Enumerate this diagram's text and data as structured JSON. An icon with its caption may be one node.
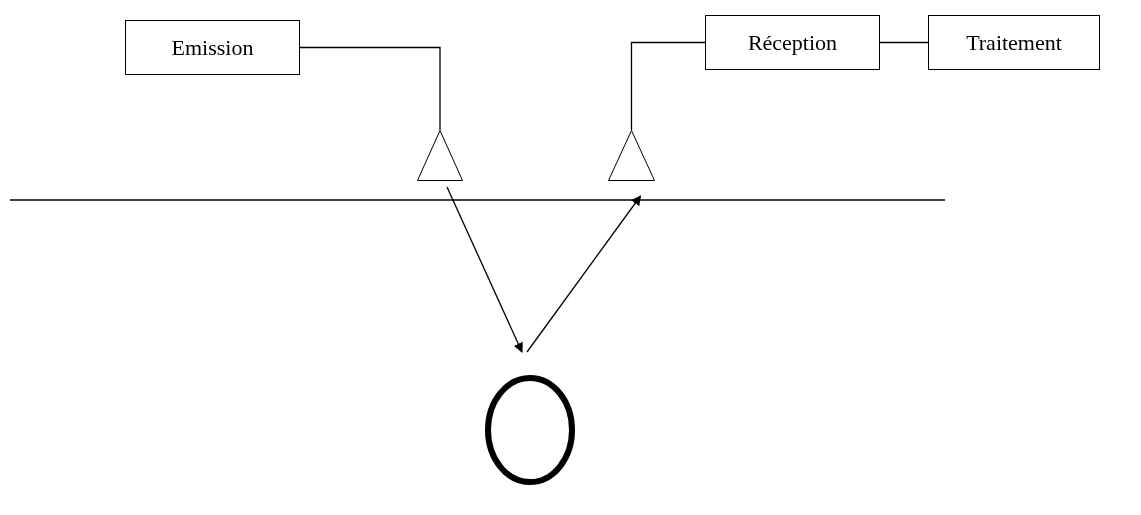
{
  "diagram": {
    "nodes": [
      {
        "text": [
          "Emission"
        ]
      },
      {
        "text": [
          "Réception"
        ]
      },
      {
        "text": [
          "Traitement"
        ]
      },
      {
        "text": [],
        "shape": "triangle"
      },
      {
        "text": [],
        "shape": "triangle"
      },
      {
        "text": [],
        "shape": "circle"
      }
    ],
    "edges": [
      {
        "from": 0,
        "to": 3,
        "arrow": "none"
      },
      {
        "from": 4,
        "to": 1,
        "arrow": "none"
      },
      {
        "from": 1,
        "to": 2,
        "arrow": "none"
      },
      {
        "from": 3,
        "to": 5,
        "arrow": "to"
      },
      {
        "from": 5,
        "to": 4,
        "arrow": "to"
      }
    ]
  }
}
